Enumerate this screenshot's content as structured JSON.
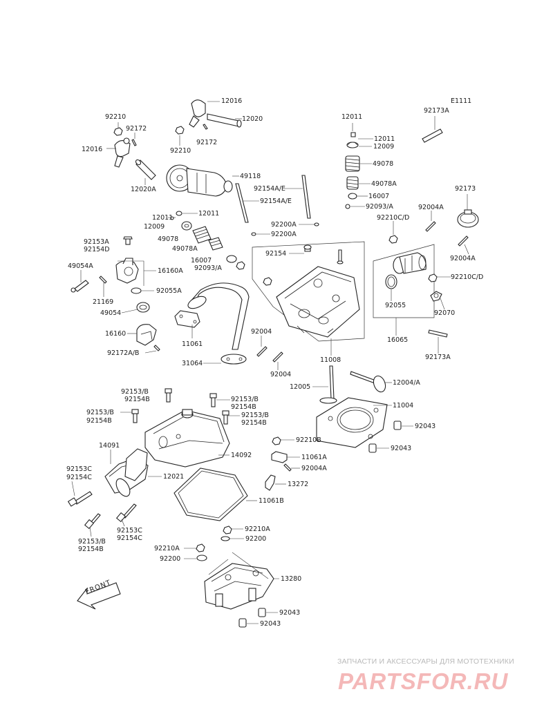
{
  "diagram_code": "E1111",
  "watermark": {
    "line1": "ЗАПЧАСТИ И АКСЕССУАРЫ ДЛЯ МОТОТЕХНИКИ",
    "logo": "PARTSFOR.RU",
    "logo_color": "#f4b8b8"
  },
  "front_arrow_label": "FRONT",
  "labels": [
    {
      "id": "l01",
      "text": "12016"
    },
    {
      "id": "l02",
      "text": "12020"
    },
    {
      "id": "l03",
      "text": "92210"
    },
    {
      "id": "l04",
      "text": "92172"
    },
    {
      "id": "l05",
      "text": "12016"
    },
    {
      "id": "l06",
      "text": "92210"
    },
    {
      "id": "l07",
      "text": "92172"
    },
    {
      "id": "l08",
      "text": "12020A"
    },
    {
      "id": "l09",
      "text": "49118"
    },
    {
      "id": "l10",
      "text": "12011"
    },
    {
      "id": "l11",
      "text": "12011"
    },
    {
      "id": "l12",
      "text": "12009"
    },
    {
      "id": "l13",
      "text": "49078"
    },
    {
      "id": "l14",
      "text": "49078A"
    },
    {
      "id": "l15",
      "text": "16007"
    },
    {
      "id": "l16",
      "text": "92093/A"
    },
    {
      "id": "l17",
      "text": "92173A"
    },
    {
      "id": "l18",
      "text": "92154A/E"
    },
    {
      "id": "l19",
      "text": "92154A/E"
    },
    {
      "id": "l20",
      "text": "92173"
    },
    {
      "id": "l21",
      "text": "92004A"
    },
    {
      "id": "l22",
      "text": "92210C/D"
    },
    {
      "id": "l23",
      "text": "12011"
    },
    {
      "id": "l24",
      "text": "12011"
    },
    {
      "id": "l25",
      "text": "12009"
    },
    {
      "id": "l26",
      "text": "92200A"
    },
    {
      "id": "l27",
      "text": "92200A"
    },
    {
      "id": "l28",
      "text": "92004A"
    },
    {
      "id": "l29",
      "text": "49078"
    },
    {
      "id": "l30",
      "text": "49078A"
    },
    {
      "id": "l31",
      "text": "92153A"
    },
    {
      "id": "l32",
      "text": "92154D"
    },
    {
      "id": "l33",
      "text": "92154"
    },
    {
      "id": "l34",
      "text": "16007"
    },
    {
      "id": "l35",
      "text": "92093/A"
    },
    {
      "id": "l36",
      "text": "92210C/D"
    },
    {
      "id": "l37",
      "text": "49054A"
    },
    {
      "id": "l38",
      "text": "16160A"
    },
    {
      "id": "l39",
      "text": "92055A"
    },
    {
      "id": "l40",
      "text": "21169"
    },
    {
      "id": "l41",
      "text": "92055"
    },
    {
      "id": "l42",
      "text": "92070"
    },
    {
      "id": "l43",
      "text": "49054"
    },
    {
      "id": "l44",
      "text": "16160"
    },
    {
      "id": "l45",
      "text": "11061"
    },
    {
      "id": "l46",
      "text": "92004"
    },
    {
      "id": "l47",
      "text": "16065"
    },
    {
      "id": "l48",
      "text": "92172A/B"
    },
    {
      "id": "l49",
      "text": "31064"
    },
    {
      "id": "l50",
      "text": "92004"
    },
    {
      "id": "l51",
      "text": "11008"
    },
    {
      "id": "l52",
      "text": "92173A"
    },
    {
      "id": "l53",
      "text": "12005"
    },
    {
      "id": "l54",
      "text": "12004/A"
    },
    {
      "id": "l55",
      "text": "92153/B"
    },
    {
      "id": "l56",
      "text": "92154B"
    },
    {
      "id": "l57",
      "text": "92153/B"
    },
    {
      "id": "l58",
      "text": "92154B"
    },
    {
      "id": "l59",
      "text": "11004"
    },
    {
      "id": "l60",
      "text": "92153/B"
    },
    {
      "id": "l61",
      "text": "92154B"
    },
    {
      "id": "l62",
      "text": "92153/B"
    },
    {
      "id": "l63",
      "text": "92154B"
    },
    {
      "id": "l64",
      "text": "92043"
    },
    {
      "id": "l65",
      "text": "92210B"
    },
    {
      "id": "l66",
      "text": "14091"
    },
    {
      "id": "l67",
      "text": "92043"
    },
    {
      "id": "l68",
      "text": "14092"
    },
    {
      "id": "l69",
      "text": "11061A"
    },
    {
      "id": "l70",
      "text": "92004A"
    },
    {
      "id": "l71",
      "text": "92153C"
    },
    {
      "id": "l72",
      "text": "92154C"
    },
    {
      "id": "l73",
      "text": "12021"
    },
    {
      "id": "l74",
      "text": "13272"
    },
    {
      "id": "l75",
      "text": "11061B"
    },
    {
      "id": "l76",
      "text": "92153C"
    },
    {
      "id": "l77",
      "text": "92154C"
    },
    {
      "id": "l78",
      "text": "92153/B"
    },
    {
      "id": "l79",
      "text": "92154B"
    },
    {
      "id": "l80",
      "text": "92210A"
    },
    {
      "id": "l81",
      "text": "92200"
    },
    {
      "id": "l82",
      "text": "92210A"
    },
    {
      "id": "l83",
      "text": "92200"
    },
    {
      "id": "l84",
      "text": "13280"
    },
    {
      "id": "l85",
      "text": "92043"
    },
    {
      "id": "l86",
      "text": "92043"
    }
  ]
}
